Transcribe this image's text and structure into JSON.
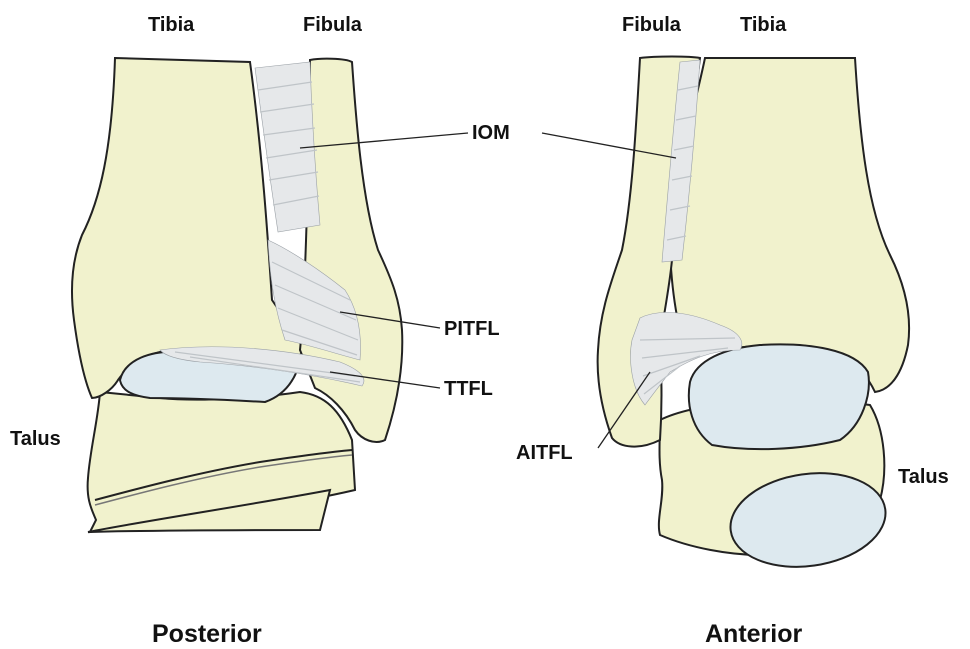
{
  "labels": {
    "posterior_tibia": "Tibia",
    "posterior_fibula": "Fibula",
    "anterior_fibula": "Fibula",
    "anterior_tibia": "Tibia",
    "iom": "IOM",
    "pitfl": "PITFL",
    "ttfl": "TTFL",
    "aitfl": "AITFL",
    "posterior_talus": "Talus",
    "anterior_talus": "Talus",
    "posterior_view": "Posterior",
    "anterior_view": "Anterior"
  },
  "colors": {
    "bone": "#f1f2cd",
    "cartilage": "#dde9ef",
    "ligament": "#e6e8ea",
    "outline": "#222222"
  }
}
